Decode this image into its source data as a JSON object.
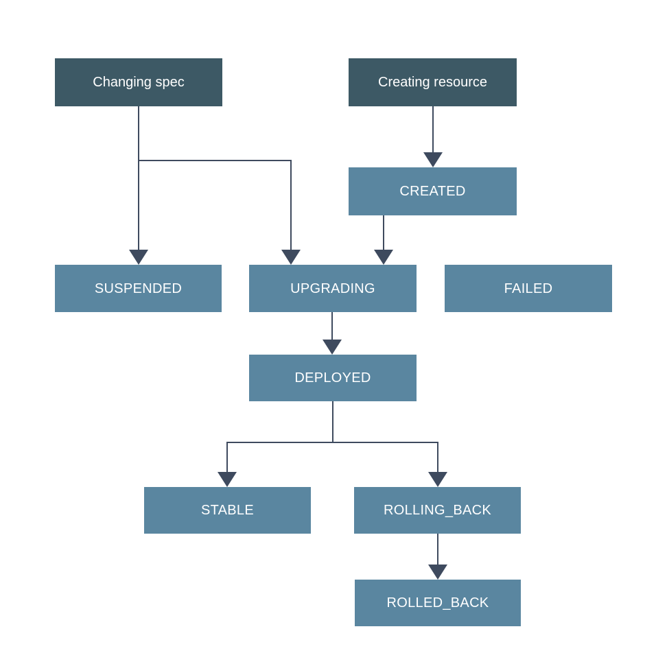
{
  "diagram": {
    "kind": "state-transition-flowchart",
    "colors": {
      "background": "#ffffff",
      "trigger-fill": "#3d5965",
      "state-fill": "#5a86a0",
      "connector": "#3e4a5e",
      "label-text": "#ffffff"
    },
    "nodes": {
      "changing_spec": {
        "label": "Changing spec",
        "kind": "trigger"
      },
      "creating_resource": {
        "label": "Creating resource",
        "kind": "trigger"
      },
      "created": {
        "label": "CREATED",
        "kind": "state"
      },
      "suspended": {
        "label": "SUSPENDED",
        "kind": "state"
      },
      "upgrading": {
        "label": "UPGRADING",
        "kind": "state"
      },
      "failed": {
        "label": "FAILED",
        "kind": "state"
      },
      "deployed": {
        "label": "DEPLOYED",
        "kind": "state"
      },
      "stable": {
        "label": "STABLE",
        "kind": "state"
      },
      "rolling_back": {
        "label": "ROLLING_BACK",
        "kind": "state"
      },
      "rolled_back": {
        "label": "ROLLED_BACK",
        "kind": "state"
      }
    },
    "edges": [
      {
        "from": "changing_spec",
        "to": "suspended"
      },
      {
        "from": "changing_spec",
        "to": "upgrading"
      },
      {
        "from": "creating_resource",
        "to": "created"
      },
      {
        "from": "created",
        "to": "upgrading"
      },
      {
        "from": "upgrading",
        "to": "deployed"
      },
      {
        "from": "deployed",
        "to": "stable"
      },
      {
        "from": "deployed",
        "to": "rolling_back"
      },
      {
        "from": "rolling_back",
        "to": "rolled_back"
      }
    ]
  }
}
